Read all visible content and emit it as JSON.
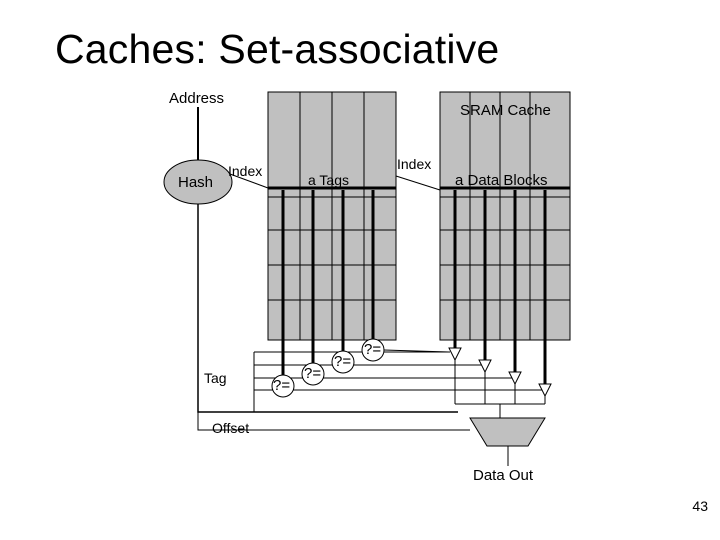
{
  "title": "Caches: Set-associative",
  "labels": {
    "address": "Address",
    "sram_cache": "SRAM Cache",
    "hash": "Hash",
    "index_left": "Index",
    "index_right": "Index",
    "a_tags": "a Tags",
    "a_data_blocks": "a Data Blocks",
    "tag": "Tag",
    "offset": "Offset",
    "data_out": "Data Out"
  },
  "comparators": [
    "?=",
    "?=",
    "?=",
    "?="
  ],
  "page_number": "43",
  "colors": {
    "column_fill": "#c0c0c0",
    "hash_fill": "#c0c0c0",
    "mux_fill": "#c0c0c0",
    "stroke": "#000000"
  }
}
